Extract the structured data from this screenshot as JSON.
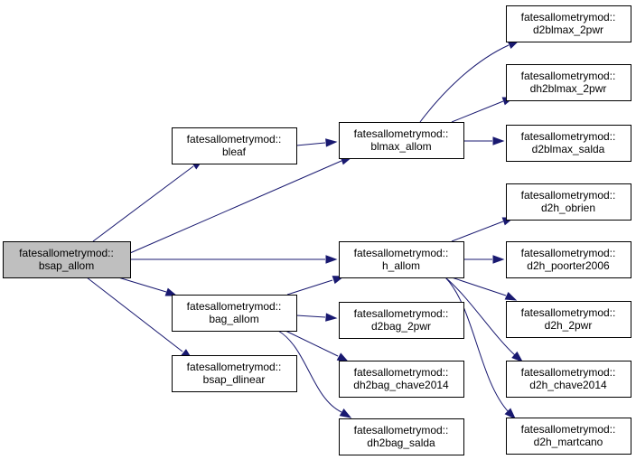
{
  "colors": {
    "root_fill": "#bfbfbf",
    "node_fill": "#ffffff",
    "node_border": "#000000",
    "edge": "#191970",
    "text": "#000000"
  },
  "nodes": [
    {
      "id": "bsap_allom",
      "line1": "fatesallometrymod::",
      "line2": "bsap_allom",
      "root": true
    },
    {
      "id": "bleaf",
      "line1": "fatesallometrymod::",
      "line2": "bleaf"
    },
    {
      "id": "bag_allom",
      "line1": "fatesallometrymod::",
      "line2": "bag_allom"
    },
    {
      "id": "bsap_dlinear",
      "line1": "fatesallometrymod::",
      "line2": "bsap_dlinear"
    },
    {
      "id": "blmax_allom",
      "line1": "fatesallometrymod::",
      "line2": "blmax_allom"
    },
    {
      "id": "h_allom",
      "line1": "fatesallometrymod::",
      "line2": "h_allom"
    },
    {
      "id": "d2bag_2pwr",
      "line1": "fatesallometrymod::",
      "line2": "d2bag_2pwr"
    },
    {
      "id": "dh2bag_chave2014",
      "line1": "fatesallometrymod::",
      "line2": "dh2bag_chave2014"
    },
    {
      "id": "dh2bag_salda",
      "line1": "fatesallometrymod::",
      "line2": "dh2bag_salda"
    },
    {
      "id": "d2blmax_2pwr",
      "line1": "fatesallometrymod::",
      "line2": "d2blmax_2pwr"
    },
    {
      "id": "dh2blmax_2pwr",
      "line1": "fatesallometrymod::",
      "line2": "dh2blmax_2pwr"
    },
    {
      "id": "d2blmax_salda",
      "line1": "fatesallometrymod::",
      "line2": "d2blmax_salda"
    },
    {
      "id": "d2h_obrien",
      "line1": "fatesallometrymod::",
      "line2": "d2h_obrien"
    },
    {
      "id": "d2h_poorter2006",
      "line1": "fatesallometrymod::",
      "line2": "d2h_poorter2006"
    },
    {
      "id": "d2h_2pwr",
      "line1": "fatesallometrymod::",
      "line2": "d2h_2pwr"
    },
    {
      "id": "d2h_chave2014",
      "line1": "fatesallometrymod::",
      "line2": "d2h_chave2014"
    },
    {
      "id": "d2h_martcano",
      "line1": "fatesallometrymod::",
      "line2": "d2h_martcano"
    }
  ],
  "edges": [
    {
      "from": "bsap_allom",
      "to": "bleaf"
    },
    {
      "from": "bsap_allom",
      "to": "blmax_allom"
    },
    {
      "from": "bsap_allom",
      "to": "h_allom"
    },
    {
      "from": "bsap_allom",
      "to": "bag_allom"
    },
    {
      "from": "bsap_allom",
      "to": "bsap_dlinear"
    },
    {
      "from": "bleaf",
      "to": "blmax_allom"
    },
    {
      "from": "bag_allom",
      "to": "h_allom"
    },
    {
      "from": "bag_allom",
      "to": "d2bag_2pwr"
    },
    {
      "from": "bag_allom",
      "to": "dh2bag_chave2014"
    },
    {
      "from": "bag_allom",
      "to": "dh2bag_salda"
    },
    {
      "from": "blmax_allom",
      "to": "d2blmax_2pwr"
    },
    {
      "from": "blmax_allom",
      "to": "dh2blmax_2pwr"
    },
    {
      "from": "blmax_allom",
      "to": "d2blmax_salda"
    },
    {
      "from": "h_allom",
      "to": "d2h_obrien"
    },
    {
      "from": "h_allom",
      "to": "d2h_poorter2006"
    },
    {
      "from": "h_allom",
      "to": "d2h_2pwr"
    },
    {
      "from": "h_allom",
      "to": "d2h_chave2014"
    },
    {
      "from": "h_allom",
      "to": "d2h_martcano"
    }
  ]
}
